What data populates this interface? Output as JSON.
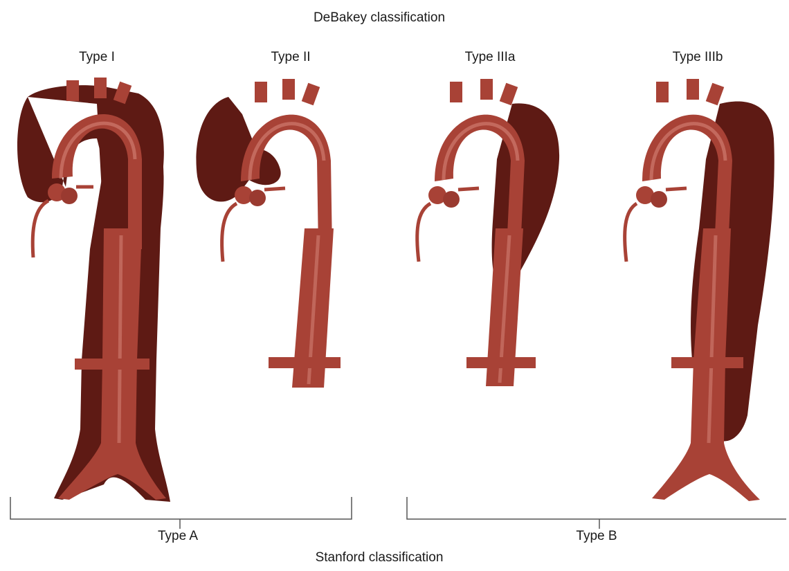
{
  "debakey": {
    "title": "DeBakey classification",
    "types": [
      {
        "label": "Type I"
      },
      {
        "label": "Type II"
      },
      {
        "label": "Type IIIa"
      },
      {
        "label": "Type IIIb"
      }
    ]
  },
  "stanford": {
    "title": "Stanford classification",
    "groups": [
      {
        "label": "Type A"
      },
      {
        "label": "Type B"
      }
    ]
  },
  "colors": {
    "vessel": "#a84236",
    "vessel_highlight": "#d98a7e",
    "false_lumen": "#5e1a14",
    "bracket": "#555555"
  }
}
